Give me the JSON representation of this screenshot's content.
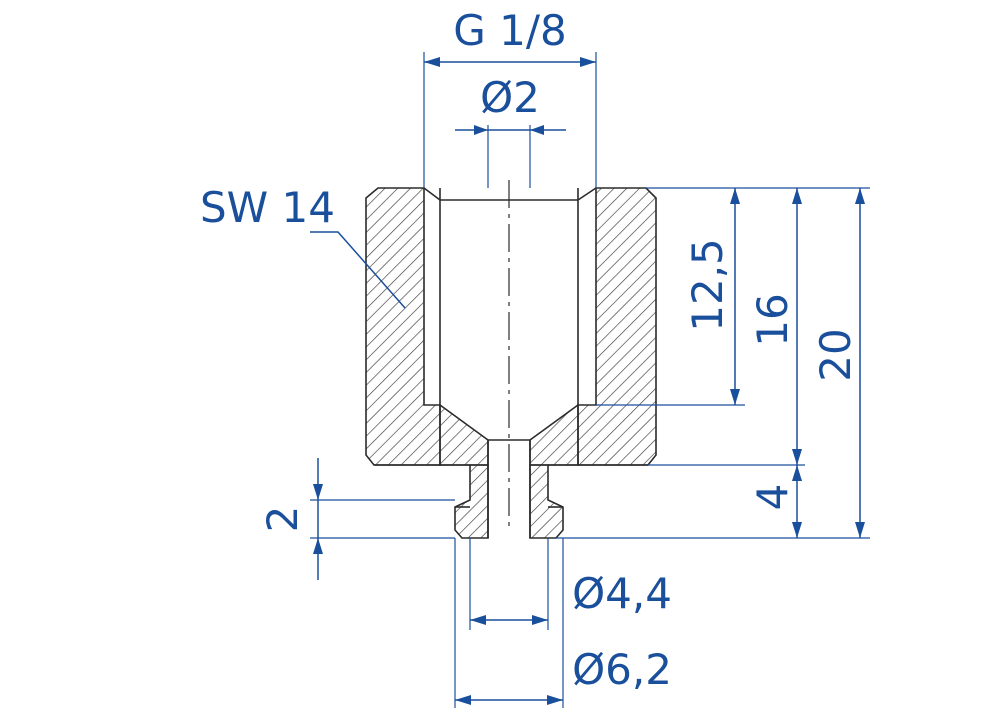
{
  "dimensions": {
    "thread": "G 1/8",
    "bore": "Ø2",
    "wrench_size": "SW 14",
    "thread_depth": "12,5",
    "body_height": "16",
    "total_height": "20",
    "spigot_height": "4",
    "flange_height": "2",
    "spigot_diameter": "Ø4,4",
    "flange_diameter": "Ø6,2"
  },
  "colors": {
    "dimension": "#1a4f9c",
    "outline": "#2b2b2b",
    "background": "#ffffff"
  }
}
